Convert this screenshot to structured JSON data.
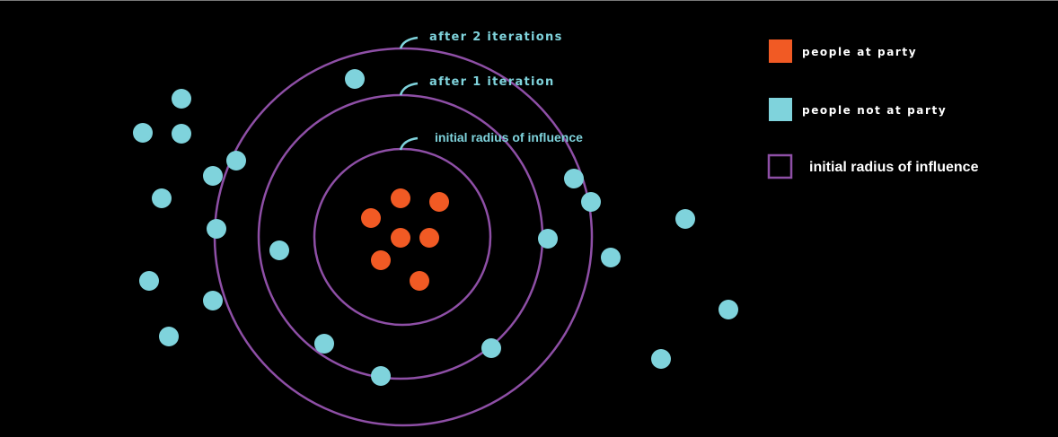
{
  "colors": {
    "background": "#000000",
    "party": "#f15a24",
    "not_party": "#7fd3dc",
    "ring": "#8e4fa6",
    "annotation": "#7fd3dc",
    "legend_text": "#ffffff"
  },
  "annotations": {
    "ring_2": "after 2 iterations",
    "ring_1": "after 1 iteration",
    "ring_0": "initial radius of influence"
  },
  "legend": {
    "party": "people at party",
    "not_party": "people not at party",
    "radius": "initial radius of influence"
  },
  "rings": [
    {
      "name": "initial",
      "relative_radius": 1.0
    },
    {
      "name": "after-1-iteration",
      "relative_radius": 1.63
    },
    {
      "name": "after-2-iterations",
      "relative_radius": 2.14
    }
  ],
  "people_at_party": [
    [
      446,
      221
    ],
    [
      489,
      225
    ],
    [
      413,
      243
    ],
    [
      446,
      265
    ],
    [
      478,
      265
    ],
    [
      424,
      290
    ],
    [
      467,
      313
    ]
  ],
  "people_not_at_party": [
    [
      202,
      110
    ],
    [
      159,
      148
    ],
    [
      202,
      149
    ],
    [
      263,
      179
    ],
    [
      237,
      196
    ],
    [
      180,
      221
    ],
    [
      241,
      255
    ],
    [
      311,
      279
    ],
    [
      166,
      313
    ],
    [
      237,
      335
    ],
    [
      188,
      375
    ],
    [
      395,
      88
    ],
    [
      361,
      383
    ],
    [
      424,
      419
    ],
    [
      547,
      388
    ],
    [
      639,
      199
    ],
    [
      658,
      225
    ],
    [
      610,
      266
    ],
    [
      680,
      287
    ],
    [
      763,
      244
    ],
    [
      811,
      345
    ],
    [
      736,
      400
    ]
  ]
}
